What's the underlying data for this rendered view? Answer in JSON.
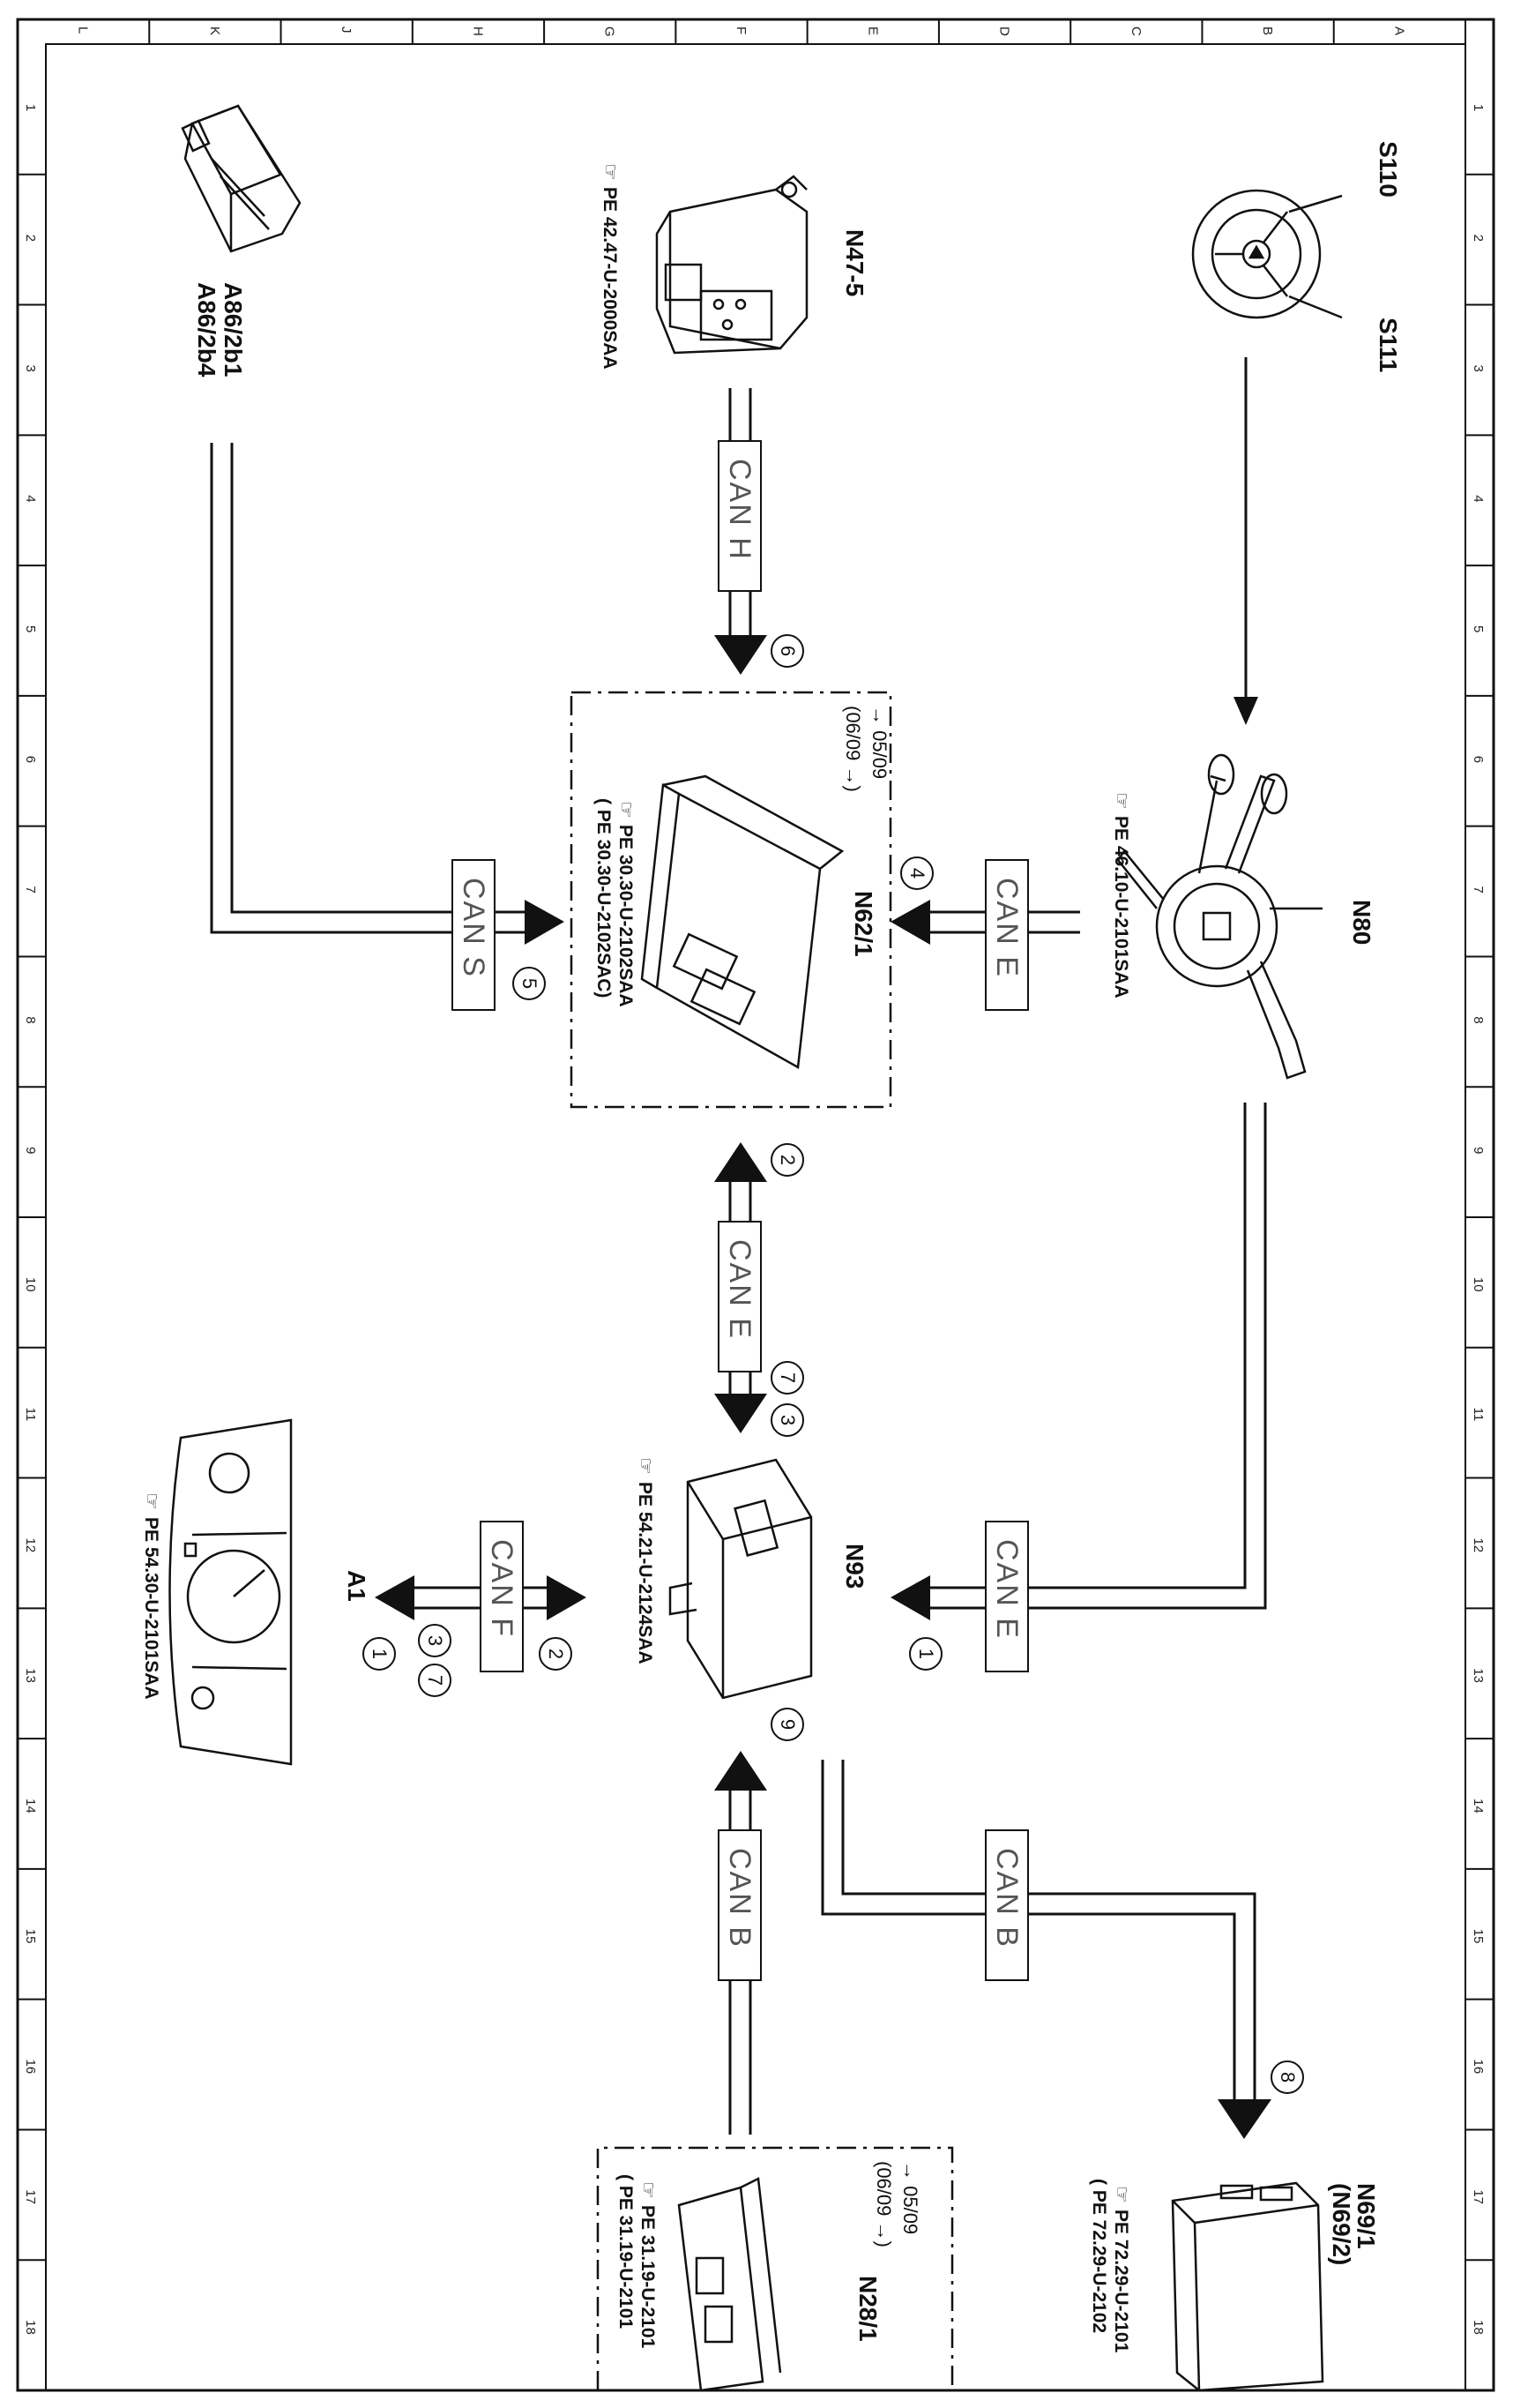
{
  "frame": {
    "letters": [
      "L",
      "K",
      "J",
      "H",
      "G",
      "F",
      "E",
      "D",
      "C",
      "B",
      "A"
    ],
    "numbers": [
      "1",
      "2",
      "3",
      "4",
      "5",
      "6",
      "7",
      "8",
      "9",
      "10",
      "11",
      "12",
      "13",
      "14",
      "15",
      "16",
      "17",
      "18"
    ]
  },
  "components": {
    "s110": "S110",
    "s111": "S111",
    "n47": "N47-5",
    "n47_ref": "PE 42.47-U-2000SAA",
    "a86_1": "A86/2b1",
    "a86_2": "A86/2b4",
    "n80": "N80",
    "n80_ref": "PE 46.10-U-2101SAA",
    "n62": "N62/1",
    "n62_date1": "→ 05/09",
    "n62_date2": "(06/09 →)",
    "n62_ref1": "PE 30.30-U-2102SAA",
    "n62_ref2": "( PE 30.30-U-2102SAC)",
    "n93": "N93",
    "n93_ref": "PE 54.21-U-2124SAA",
    "a1": "A1",
    "a1_ref": "PE 54.30-U-2101SAA",
    "n69_1": "N69/1",
    "n69_2": "(N69/2)",
    "n69_ref1": "PE 72.29-U-2101",
    "n69_ref2": "( PE 72.29-U-2102",
    "n28": "N28/1",
    "n28_date1": "→ 05/09",
    "n28_date2": "(06/09 →)",
    "n28_ref1": "PE 31.19-U-2101",
    "n28_ref2": "( PE 31.19-U-2101"
  },
  "buses": {
    "can_h": "CAN H",
    "can_s": "CAN S",
    "can_e_top": "CAN E",
    "can_e_mid": "CAN E",
    "can_e_low": "CAN E",
    "can_f": "CAN F",
    "can_b_left": "CAN B",
    "can_b_right": "CAN B"
  },
  "markers": {
    "m6": "6",
    "m4": "4",
    "m5": "5",
    "m2a": "2",
    "m7a": "7",
    "m3a": "3",
    "m1a": "1",
    "m2b": "2",
    "m3b": "3",
    "m7b": "7",
    "m1b": "1",
    "m9": "9",
    "m8": "8"
  }
}
